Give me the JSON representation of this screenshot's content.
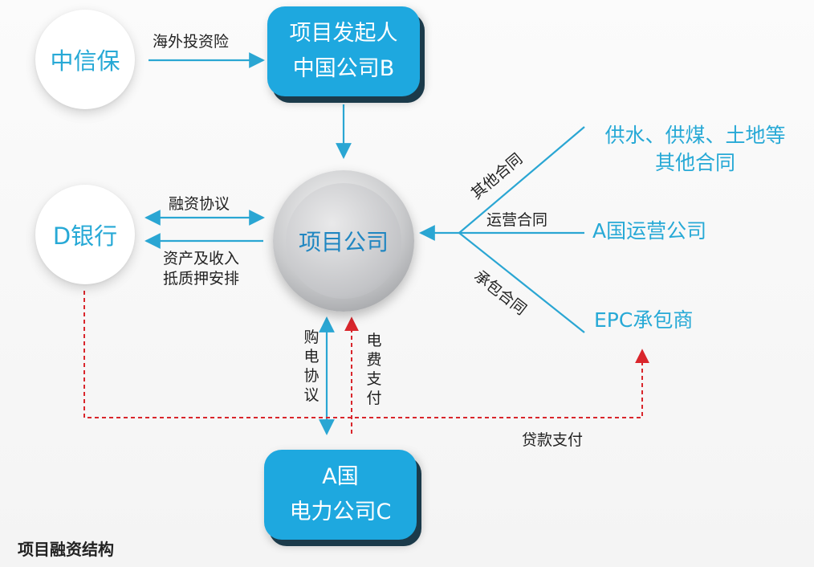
{
  "nodes": {
    "sinosure": "中信保",
    "sponsor_line1": "项目发起人",
    "sponsor_line2": "中国公司B",
    "bank": "D银行",
    "project_company": "项目公司",
    "power_line1": "A国",
    "power_line2": "电力公司C",
    "other_contracts_line1": "供水、供煤、土地等",
    "other_contracts_line2": "其他合同",
    "operator": "A国运营公司",
    "epc": "EPC承包商"
  },
  "edge_labels": {
    "insurance": "海外投资险",
    "financing_agreement": "融资协议",
    "collateral_line1": "资产及收入",
    "collateral_line2": "抵质押安排",
    "other_contract": "其他合同",
    "operation_contract": "运营合同",
    "epc_contract": "承包合同",
    "ppa": "购电协议",
    "tariff_payment": "电费支付",
    "loan_payment": "贷款支付"
  },
  "caption": "项目融资结构",
  "colors": {
    "blue": "#1ea8df",
    "line": "#2aa6d3",
    "red_dashed": "#d9262c",
    "text_dark": "#222222",
    "node_text_blue": "#27a9d6"
  }
}
